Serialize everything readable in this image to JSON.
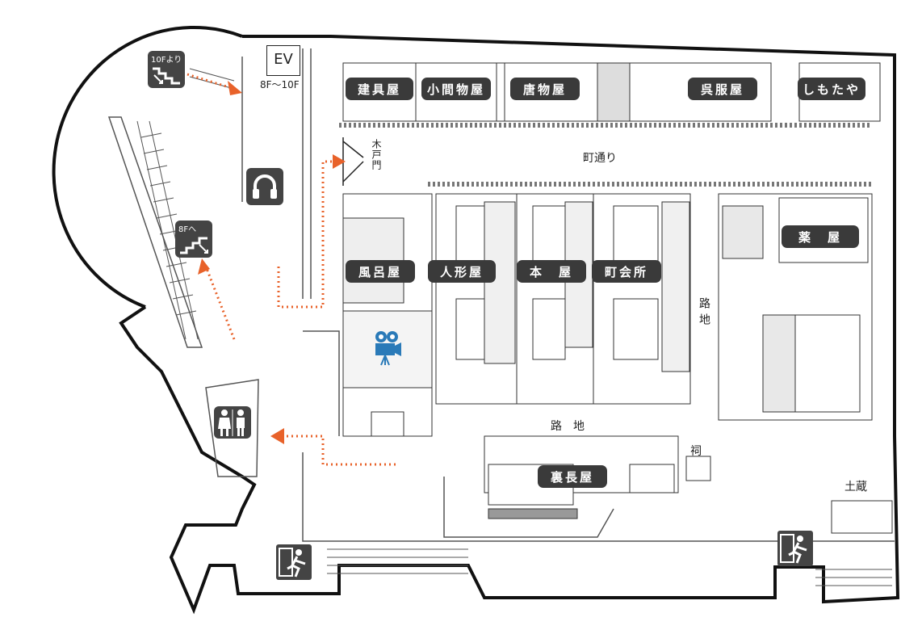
{
  "shops_top": [
    "建具屋",
    "小間物屋",
    "唐物屋",
    "呉服屋",
    "しもたや"
  ],
  "shops_middle": [
    "風呂屋",
    "人形屋",
    "本　屋",
    "町会所",
    "薬　屋"
  ],
  "back_tenement": "裏長屋",
  "street": "町通り",
  "alley_vertical": "路地",
  "alley_horizontal": "路　地",
  "gate": "木戸門",
  "shrine": "祠",
  "storehouse": "土蔵",
  "elevator": {
    "label": "EV",
    "floors": "8F〜10F"
  },
  "stairs_from_10f": "10Fより",
  "stairs_to_8f": "8Fへ",
  "icons": [
    "audio-guide-icon",
    "video-camera-icon",
    "restroom-icon",
    "emergency-exit-icon",
    "stairs-icon"
  ],
  "colors": {
    "route": "#e8622a",
    "label_bg": "#3a3a3a",
    "icon_bg": "#444444",
    "camera": "#2a7ab8"
  }
}
